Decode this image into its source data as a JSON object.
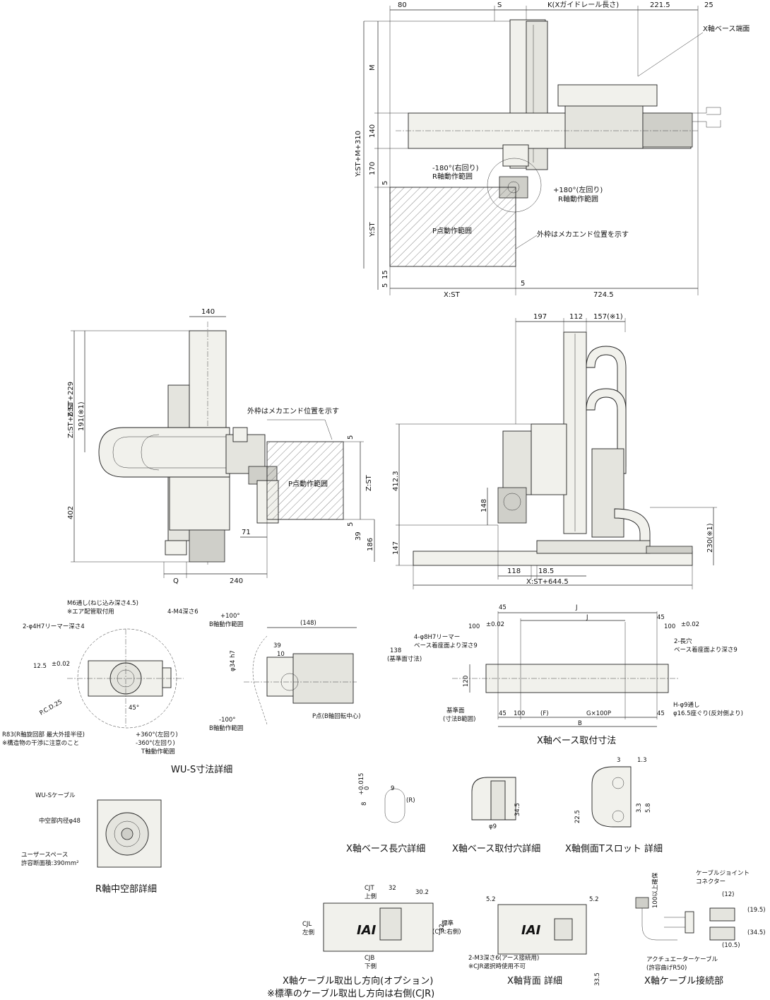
{
  "top_view": {
    "dims": [
      "80",
      "S",
      "K(Xガイドレール長さ)",
      "221.5",
      "25",
      "M",
      "140",
      "170",
      "5",
      "Y:ST",
      "15",
      "5",
      "X:ST",
      "5",
      "724.5",
      "Y:ST+M+310"
    ],
    "callouts": {
      "x_base_end": "X軸ベース端面",
      "r_range_neg": "-180°(右回り)",
      "r_range_neg_2": "R軸動作範囲",
      "r_range_pos": "+180°(左回り)",
      "r_range_pos_2": "R軸動作範囲",
      "p_area": "P点動作範囲",
      "outer_frame": "外枠はメカエンド位置を示す"
    }
  },
  "front_view": {
    "dims": [
      "140",
      "Z:ST+229",
      "191(※1)",
      "Z:ST+631",
      "402",
      "Q",
      "240",
      "71",
      "5",
      "Z:ST",
      "5",
      "39",
      "186"
    ],
    "callouts": {
      "outer_frame": "外枠はメカエンド位置を示す",
      "p_area": "P点動作範囲"
    }
  },
  "side_view": {
    "dims": [
      "197",
      "112",
      "157(※1)",
      "412.3",
      "148",
      "147",
      "230(※1)",
      "118",
      "18.5",
      "X:ST+644.5"
    ]
  },
  "wus_detail": {
    "title": "WU-S寸法詳細",
    "labels": [
      "M6通し(ねじ込み深さ4.5)",
      "※エア配管取付用",
      "4-M4深さ6",
      "2-φ4H7リーマー深さ4",
      "12.5",
      "±0.02",
      "P.C.D.25",
      "45°",
      "R83(R軸旋回部 最大外接半径)",
      "※構造物の干渉に注意のこと",
      "+360°(左回り)",
      "-360°(左回り)",
      "T軸動作範囲",
      "+100°",
      "B軸動作範囲",
      "(148)",
      "39",
      "10",
      "φ34 h7",
      "P点(B軸回転中心)",
      "-100°",
      "B軸動作範囲"
    ]
  },
  "x_base_mount": {
    "title": "X軸ベース取付寸法",
    "labels": [
      "45",
      "J",
      "J",
      "45",
      "100",
      "±0.02",
      "100",
      "±0.02",
      "4-φ8H7リーマー",
      "ベース着座面より深さ9",
      "2-長穴",
      "ベース着座面より深さ9",
      "138",
      "(基準面寸法)",
      "120",
      "基準面",
      "(寸法B範囲)",
      "45",
      "100",
      "(F)",
      "G×100P",
      "45",
      "B",
      "H-φ9通し",
      "φ16.5座ぐり(反対側より)"
    ]
  },
  "r_hollow": {
    "title": "R軸中空部詳細",
    "labels": [
      "WU-Sケーブル",
      "中空部内径φ48",
      "ユーザースペース",
      "許容断面積:390mm²"
    ]
  },
  "slot_detail": {
    "title": "X軸ベース長穴詳細",
    "labels": [
      "9",
      "8",
      "+0.015",
      "0",
      "(R)"
    ]
  },
  "hole_detail": {
    "title": "X軸ベース取付穴詳細",
    "labels": [
      "34.5",
      "φ9"
    ]
  },
  "tslot_detail": {
    "title": "X軸側面Tスロット 詳細",
    "labels": [
      "3",
      "1.3",
      "22.5",
      "3.3",
      "5.8"
    ]
  },
  "cable_dir": {
    "title": "X軸ケーブル取出し方向(オプション)",
    "note": "※標準のケーブル取出し方向は右側(CJR)",
    "labels": [
      "CJT",
      "上側",
      "32",
      "30.2",
      "CJL",
      "左側",
      "32",
      "標準",
      "(CJR:右側)",
      "CJB",
      "下側"
    ]
  },
  "back_detail": {
    "title": "X軸背面 詳細",
    "labels": [
      "5.2",
      "5.2",
      "2-M3深さ6(アース接続用)",
      "※CJR選択時使用不可",
      "33.5"
    ]
  },
  "cable_conn": {
    "title": "X軸ケーブル接続部",
    "labels": [
      "100以上確保",
      "ケーブルジョイント",
      "コネクター",
      "(12)",
      "(19.5)",
      "(34.5)",
      "(10.5)",
      "アクチュエーターケーブル",
      "(許容曲げR50)"
    ]
  },
  "logo": "IAI"
}
